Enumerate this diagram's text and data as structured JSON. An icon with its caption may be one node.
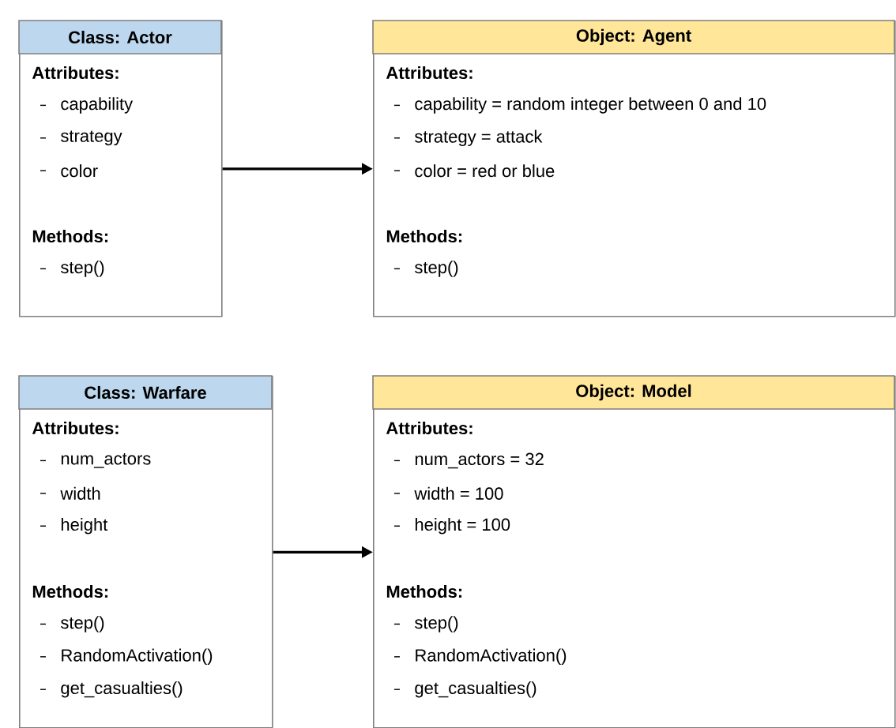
{
  "diagram": {
    "nodes": [
      {
        "text": [
          "Class: Actor",
          "Attributes:",
          "capability",
          "strategy",
          "color",
          "Methods:",
          "step()"
        ]
      },
      {
        "text": [
          "Object: Agent",
          "Attributes:",
          "capability = random integer between 0 and 10",
          "strategy = attack",
          "color = red or blue",
          "Methods:",
          "step()"
        ]
      },
      {
        "text": [
          "Class: Warfare",
          "Attributes:",
          "num_actors",
          "width",
          "height",
          "Methods:",
          "step()",
          "RandomActivation()",
          "get_casualties()"
        ]
      },
      {
        "text": [
          "Object: Model",
          "Attributes:",
          "num_actors = 32",
          "width = 100",
          "height = 100",
          "Methods:",
          "step()",
          "RandomActivation()",
          "get_casualties()"
        ]
      }
    ],
    "edges": [
      {
        "from": 0,
        "to": 1,
        "arrow": "to"
      },
      {
        "from": 2,
        "to": 3,
        "arrow": "to"
      }
    ]
  }
}
